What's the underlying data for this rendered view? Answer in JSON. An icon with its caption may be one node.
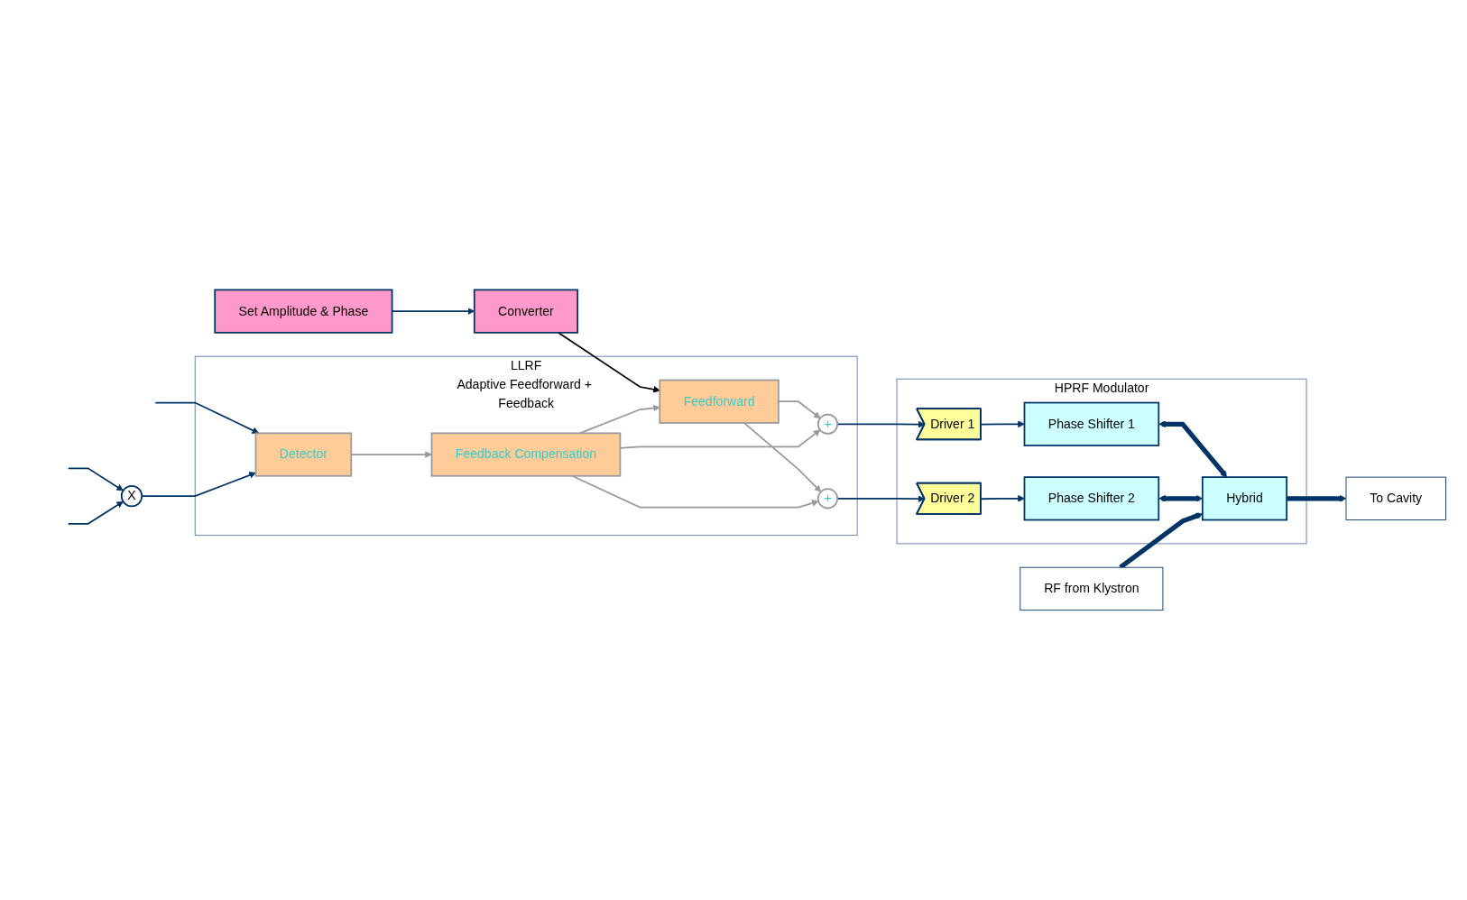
{
  "diagram": {
    "nodes": [
      {
        "text": [
          "Set Amplitude & Phase"
        ]
      },
      {
        "text": [
          "Converter"
        ]
      },
      {
        "text": [
          "LLRF"
        ],
        "beside": [
          "Adaptive Feedforward + Feedback"
        ]
      },
      {
        "text": [
          "Detector"
        ],
        "in": 2
      },
      {
        "text": [
          "Feedforward"
        ],
        "in": 2
      },
      {
        "text": [
          "Feedback Compensation"
        ],
        "in": 2
      },
      {
        "text": [
          "+"
        ],
        "in": 2
      },
      {
        "text": [
          "+"
        ],
        "in": 2
      },
      {
        "text": [
          "RF from Klystron"
        ]
      },
      {
        "text": [
          "HPRF Modulator"
        ]
      },
      {
        "text": [
          "Driver 1"
        ],
        "in": 9
      },
      {
        "text": [
          "Phase Shifter 1"
        ],
        "in": 9
      },
      {
        "text": [
          "Driver 2"
        ],
        "in": 9
      },
      {
        "text": [
          "Phase Shifter 2"
        ],
        "in": 9
      },
      {
        "text": [
          "Hybrid"
        ],
        "in": 9
      },
      {
        "text": [
          "X"
        ]
      },
      {
        "text": [
          "To Cavity"
        ]
      }
    ],
    "edges": [
      {
        "from": 0,
        "to": 1,
        "arrow": "to"
      },
      {
        "from": 1,
        "to": 4,
        "arrow": "to",
        "color": "#000000"
      },
      {
        "from": 3,
        "to": 5,
        "arrow": "to",
        "color": "#999999"
      },
      {
        "from": 5,
        "to": 4,
        "arrow": "to",
        "color": "#999999"
      },
      {
        "from": 4,
        "to": 6,
        "arrow": "to",
        "color": "#999999"
      },
      {
        "from": 4,
        "to": 7,
        "arrow": "to",
        "color": "#999999"
      },
      {
        "from": 5,
        "to": 6,
        "arrow": "to",
        "color": "#999999"
      },
      {
        "from": 5,
        "to": 7,
        "arrow": "to",
        "color": "#999999"
      },
      {
        "from": 6,
        "to": 10,
        "arrow": "to"
      },
      {
        "from": 7,
        "to": 12,
        "arrow": "to"
      },
      {
        "from": 10,
        "to": 11,
        "arrow": "to"
      },
      {
        "from": 12,
        "to": 13,
        "arrow": "to"
      },
      {
        "from": 11,
        "to": 14,
        "arrow": "both",
        "style": "thick"
      },
      {
        "from": 13,
        "to": 14,
        "arrow": "both",
        "style": "thick"
      },
      {
        "from": 8,
        "to": 14,
        "arrow": "to",
        "style": "thick"
      },
      {
        "from": 14,
        "to": 16,
        "arrow": "to",
        "style": "thick"
      },
      {
        "from": null,
        "to": 3,
        "arrow": "to"
      },
      {
        "from": 15,
        "to": 3,
        "arrow": "to"
      },
      {
        "from": null,
        "to": 15,
        "arrow": "to"
      },
      {
        "from": null,
        "to": 15,
        "arrow": "to"
      }
    ]
  }
}
